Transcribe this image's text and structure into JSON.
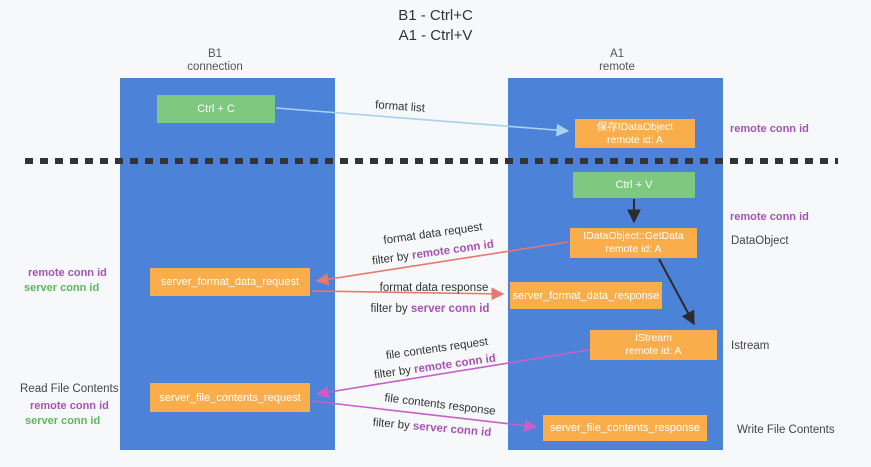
{
  "title": {
    "line1": "B1 - Ctrl+C",
    "line2": "A1 - Ctrl+V"
  },
  "columns": {
    "left": {
      "name": "B1",
      "role": "connection"
    },
    "right": {
      "name": "A1",
      "role": "remote"
    }
  },
  "boxes": {
    "ctrl_c": {
      "label": "Ctrl + C"
    },
    "save_idataobject": {
      "line1": "保存IDataObject",
      "line2": "remote id: A"
    },
    "ctrl_v": {
      "label": "Ctrl + V"
    },
    "getdata": {
      "line1": "IDataObject::GetData",
      "line2": "remote id: A"
    },
    "server_format_data_request": {
      "label": "server_format_data_request"
    },
    "server_format_data_response": {
      "label": "server_format_data_response"
    },
    "istream": {
      "line1": "IStream",
      "line2": "remote id: A"
    },
    "server_file_contents_request": {
      "label": "server_file_contents_request"
    },
    "server_file_contents_response": {
      "label": "server_file_contents_response"
    }
  },
  "arrow_labels": {
    "format_list": "format list",
    "format_data_request": "format data request",
    "format_data_request_filter_prefix": "filter by ",
    "format_data_request_filter_value": "remote conn id",
    "format_data_response": "format data response",
    "format_data_response_filter_prefix": "filter by ",
    "format_data_response_filter_value": "server conn id",
    "file_contents_request": "file contents request",
    "file_contents_request_filter_prefix": "filter by ",
    "file_contents_request_filter_value": "remote conn id",
    "file_contents_response": "file contents response",
    "file_contents_response_filter_prefix": "filter by ",
    "file_contents_response_filter_value": "server conn id"
  },
  "side_labels": {
    "remote_conn_id_top_right": "remote conn id",
    "remote_conn_id_mid_right": "remote conn id",
    "dataobject": "DataObject",
    "istream": "Istream",
    "write_file_contents": "Write File Contents",
    "read_file_contents": "Read File Contents",
    "remote_conn_id_left_1": "remote conn id",
    "server_conn_id_left_1": "server conn id",
    "remote_conn_id_left_2": "remote conn id",
    "server_conn_id_left_2": "server conn id"
  },
  "colors": {
    "column_blue": "#4d82d9",
    "box_green": "#7ec87f",
    "box_orange": "#f9ae4b",
    "arrow_lightblue": "#a6d2f0",
    "arrow_black": "#2b2b2b",
    "arrow_salmon": "#e8776e",
    "arrow_magenta": "#c75fc7",
    "label_purple": "#a653b5",
    "label_green": "#5cb85c",
    "dashed_line": "#333333"
  }
}
